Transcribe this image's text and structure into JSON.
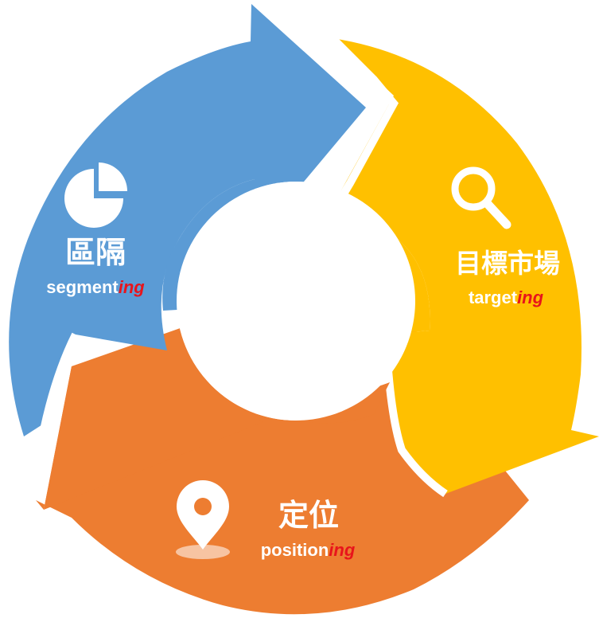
{
  "colors": {
    "segmenting": "#5b9bd5",
    "targeting": "#ffc000",
    "positioning": "#ed7d31",
    "text": "#ffffff",
    "ing_suffix": "#e8141b"
  },
  "stages": {
    "segmenting": {
      "title": "區隔",
      "subtitle_base": "segment",
      "subtitle_suffix": "ing",
      "icon": "pie-chart-icon"
    },
    "targeting": {
      "title": "目標市場",
      "subtitle_base": "target",
      "subtitle_suffix": "ing",
      "icon": "search-icon"
    },
    "positioning": {
      "title": "定位",
      "subtitle_base": "position",
      "subtitle_suffix": "ing",
      "icon": "map-pin-icon"
    }
  }
}
